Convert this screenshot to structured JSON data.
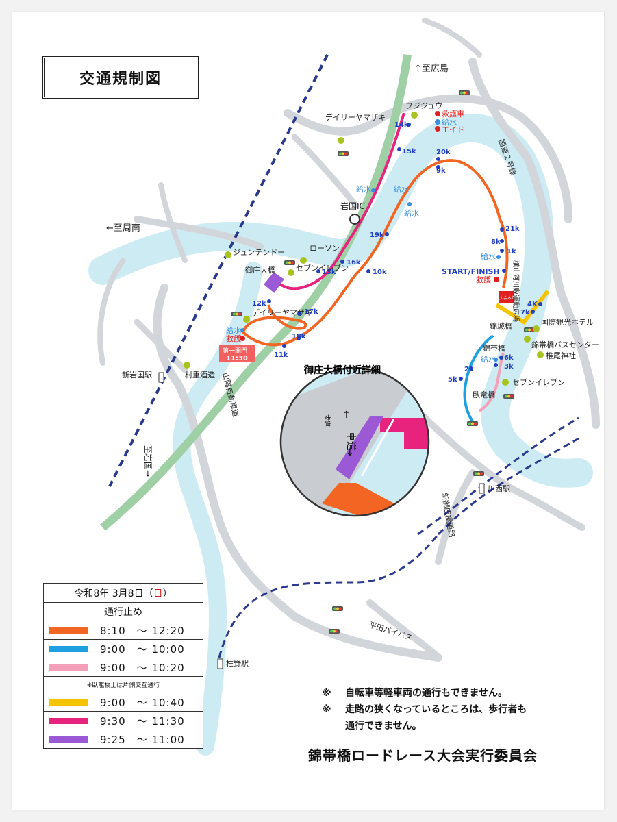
{
  "title": "交通規制図",
  "colors": {
    "orange": "#f26522",
    "blue": "#1ea0e0",
    "pink": "#f4a0b8",
    "yellow": "#f5c400",
    "magenta": "#e8237d",
    "purple": "#9b59d6",
    "river": "#cdebf3",
    "road": "#d2d6db",
    "expressway": "#9fd0a5",
    "rail": "#2a3a8c",
    "checkpoint": "#1f3fbf",
    "aid_red": "#e02020",
    "water_blue": "#3a8ee0",
    "poi_green": "#a8c31e"
  },
  "map": {
    "directions": {
      "hiroshima": "↑至広島",
      "shunan": "←至周南",
      "iwakuni": "至岩国→"
    },
    "roads": {
      "national_route": "国道２号線",
      "expressway": "山陽自動車道",
      "hirata_bypass": "平田バイパス",
      "shinjiro": "新御庄橋道路",
      "yokoyama": "横山河川敷運動広場"
    },
    "stations": {
      "shin_iwakuni": "新岩国駅",
      "kawanishi": "川西駅",
      "hashirano": "柱野駅"
    },
    "landmarks": {
      "iwakuni_ic": "岩国IC",
      "fujijuu": "フジジュウ",
      "daily_top": "デイリーヤマザキ",
      "juntendo": "ジュンテンドー",
      "lawson": "ローソン",
      "seven_left": "セブンイレブン",
      "misho_bridge": "御庄大橋",
      "daily_left": "デイリーヤマザキ",
      "murashige": "村重酒造",
      "kokusai_hotel": "国際観光ホテル",
      "kintai_bus": "錦帯橋バスセンター",
      "shiio": "椎尾神社",
      "seven_right": "セブンイレブン",
      "kinjo_bridge": "錦城橋",
      "kintai_bridge": "錦帯橋",
      "garyu_bridge": "臥竜橋"
    },
    "stations_on_course": {
      "ambulance": "救護車",
      "water": "給水",
      "aid": "エイド",
      "rescue": "救護",
      "hq": "大会本部",
      "start_finish": "START/FINISH"
    },
    "checkpoint_labels": [
      "14k",
      "15k",
      "20k",
      "9k",
      "19k",
      "16k",
      "13k",
      "10k",
      "12k",
      "17k",
      "18k",
      "11k",
      "21k",
      "8k",
      "1k",
      "4K",
      "7k",
      "6k",
      "3k",
      "2k",
      "5k"
    ],
    "first_gate": {
      "label": "第一関門",
      "time": "11:30"
    },
    "detail": {
      "title": "御庄大橋付近詳細",
      "lane_label": "車道",
      "arrow_up": "↑",
      "arrow_down": "↓",
      "sidewalk": "歩道"
    }
  },
  "legend": {
    "date_prefix": "令和8年 3月8日（",
    "date_day": "日",
    "date_suffix": "）",
    "heading": "通行止め",
    "rows": [
      {
        "color": "#f26522",
        "time": "8:10　～ 12:20"
      },
      {
        "color": "#1ea0e0",
        "time": "9:00　～ 10:00"
      },
      {
        "color": "#f4a0b8",
        "time": "9:00　～ 10:20"
      }
    ],
    "note": "※臥龍橋上は片側交互通行",
    "rows2": [
      {
        "color": "#f5c400",
        "time": "9:00　～ 10:40"
      },
      {
        "color": "#e8237d",
        "time": "9:30　～ 11:30"
      },
      {
        "color": "#9b59d6",
        "time": "9:25　～ 11:00"
      }
    ]
  },
  "notes": {
    "mark": "※",
    "line1": "自転車等軽車両の通行もできません。",
    "line2a": "走路の狭くなっているところは、歩行者も",
    "line2b": "通行できません。"
  },
  "organizer": "錦帯橋ロードレース大会実行委員会"
}
